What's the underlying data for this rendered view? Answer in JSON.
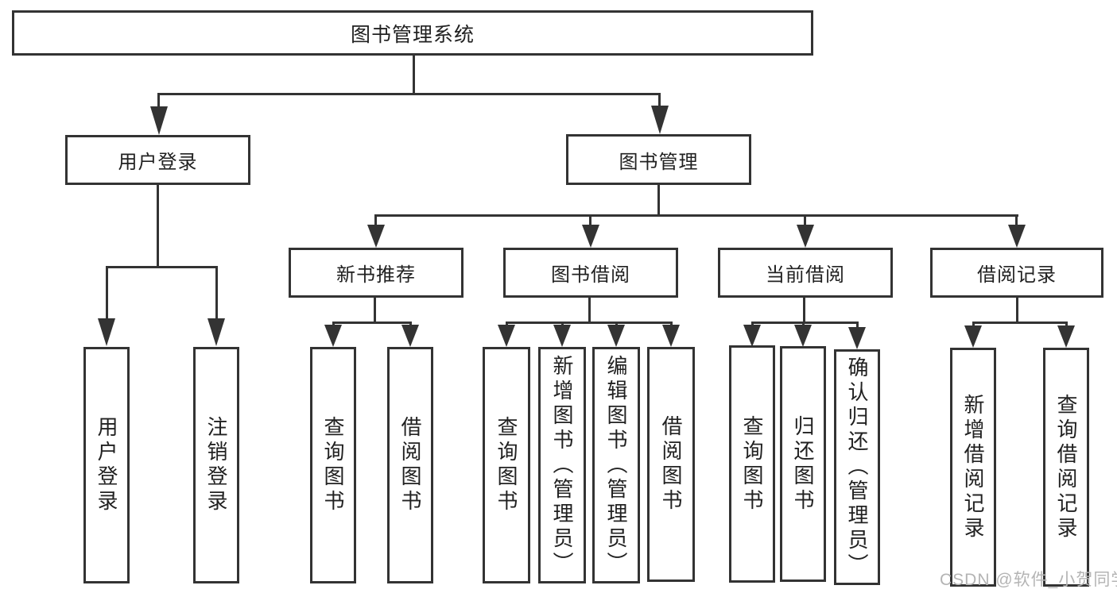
{
  "root": {
    "label": "图书管理系统"
  },
  "user_branch": {
    "label": "用户登录",
    "children": [
      "用户登录",
      "注销登录"
    ]
  },
  "management_branch": {
    "label": "图书管理",
    "sections": [
      {
        "label": "新书推荐",
        "children": [
          "查询图书",
          "借阅图书"
        ]
      },
      {
        "label": "图书借阅",
        "children": [
          "查询图书",
          "新增图书（管理员）",
          "编辑图书（管理员）",
          "借阅图书"
        ]
      },
      {
        "label": "当前借阅",
        "children": [
          "查询图书",
          "归还图书",
          "确认归还（管理员）"
        ]
      },
      {
        "label": "借阅记录",
        "children": [
          "新增借阅记录",
          "查询借阅记录"
        ]
      }
    ]
  },
  "watermark": {
    "text": "CSDN @软件_小贺同学"
  },
  "colors": {
    "line": "#333333",
    "text": "#212121",
    "watermark": "#b4b4b4",
    "background": "#ffffff"
  }
}
